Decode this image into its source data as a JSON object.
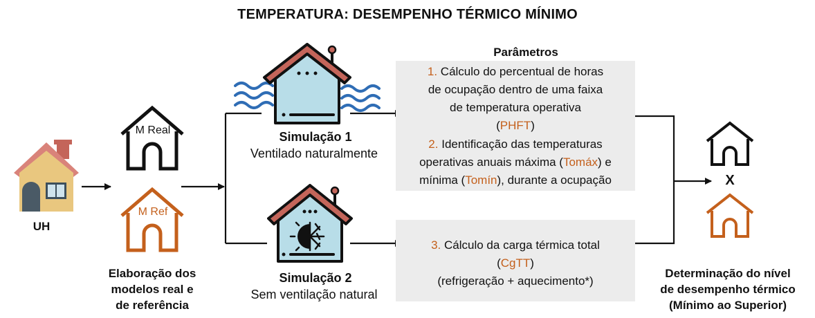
{
  "title": "TEMPERATURA: DESEMPENHO TÉRMICO MÍNIMO",
  "uh_label": "UH",
  "model_real": "M Real",
  "model_ref": "M Ref",
  "models_caption": [
    "Elaboração dos",
    "modelos real e",
    "de referência"
  ],
  "sim1": {
    "title": "Simulação 1",
    "subtitle": "Ventilado naturalmente"
  },
  "sim2": {
    "title": "Simulação 2",
    "subtitle": "Sem ventilação natural"
  },
  "params": {
    "title": "Parâmetros",
    "item1": {
      "num": "1.",
      "line1": "Cálculo do percentual de horas",
      "line2": "de ocupação dentro de uma faixa",
      "line3": "de temperatura operativa",
      "abbr_open": "(",
      "abbr": "PHFT",
      "abbr_close": ")"
    },
    "item2": {
      "num": "2.",
      "line1": "Identificação das temperaturas",
      "line2a": "operativas anuais máxima (",
      "tomax": "Tomáx",
      "line2b": ") e",
      "line3a": "mínima (",
      "tomin": "Tomín",
      "line3b": "), durante a ocupação"
    },
    "item3": {
      "num": "3.",
      "line1": "Cálculo da carga térmica total",
      "abbr_open": "(",
      "abbr": "CgTT",
      "abbr_close": ")",
      "line3": "(refrigeração + aquecimento*)"
    }
  },
  "result": {
    "symbol": "X",
    "caption": [
      "Determinação do nível",
      "de desempenho térmico",
      "(Mínimo ao Superior)"
    ]
  },
  "colors": {
    "orange": "#c4601c",
    "box": "#ececec",
    "roof": "#c4655a",
    "wall": "#b8dde8",
    "wave": "#2f6db5"
  }
}
